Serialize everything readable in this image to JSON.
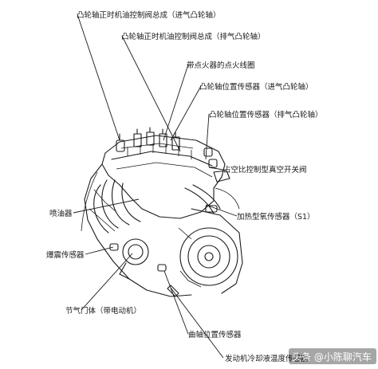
{
  "labels": {
    "cam_ocv_intake": "凸轮轴正时机油控制阀总成（进气凸轮轴）",
    "cam_ocv_exhaust": "凸轮轴正时机油控制阀总成（排气凸轮轴）",
    "ignition_coil": "带点火器的点火线圈",
    "cam_sensor_intake": "凸轮轴位置传感器（进气凸轮轴）",
    "cam_sensor_exhaust": "凸轮轴位置传感器（排气凸轮轴）",
    "vsv": "占空比控制型真空开关阀",
    "injector": "喷油器",
    "o2_sensor": "加热型氧传感器（S1）",
    "knock_sensor": "爆震传感器",
    "throttle_body": "节气门体（带电动机）",
    "crank_sensor": "曲轴位置传感器",
    "coolant_sensor": "发动机冷却液温度传感器"
  },
  "watermark": {
    "text": "头条 @小陈聊汽车"
  }
}
